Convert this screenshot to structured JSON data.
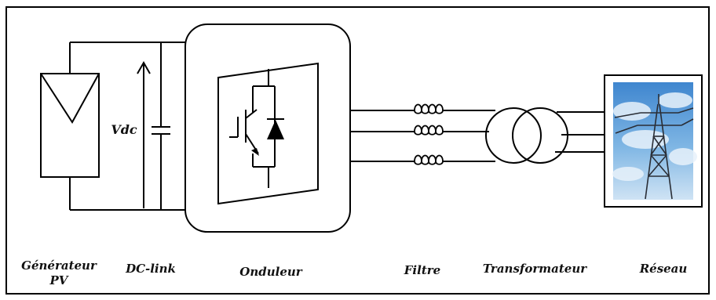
{
  "diagram": {
    "labels": {
      "pv_generator": [
        "Générateur",
        "PV"
      ],
      "dc_link": "DC-link",
      "vdc": "Vdc",
      "inverter": "Onduleur",
      "filter": "Filtre",
      "transformer": "Transformateur",
      "grid": "Réseau"
    },
    "grid_photo": {
      "sky_color": "#6aa8dc",
      "cloud_color": "#e8f2fb",
      "tower_color": "#2a2e36"
    }
  }
}
